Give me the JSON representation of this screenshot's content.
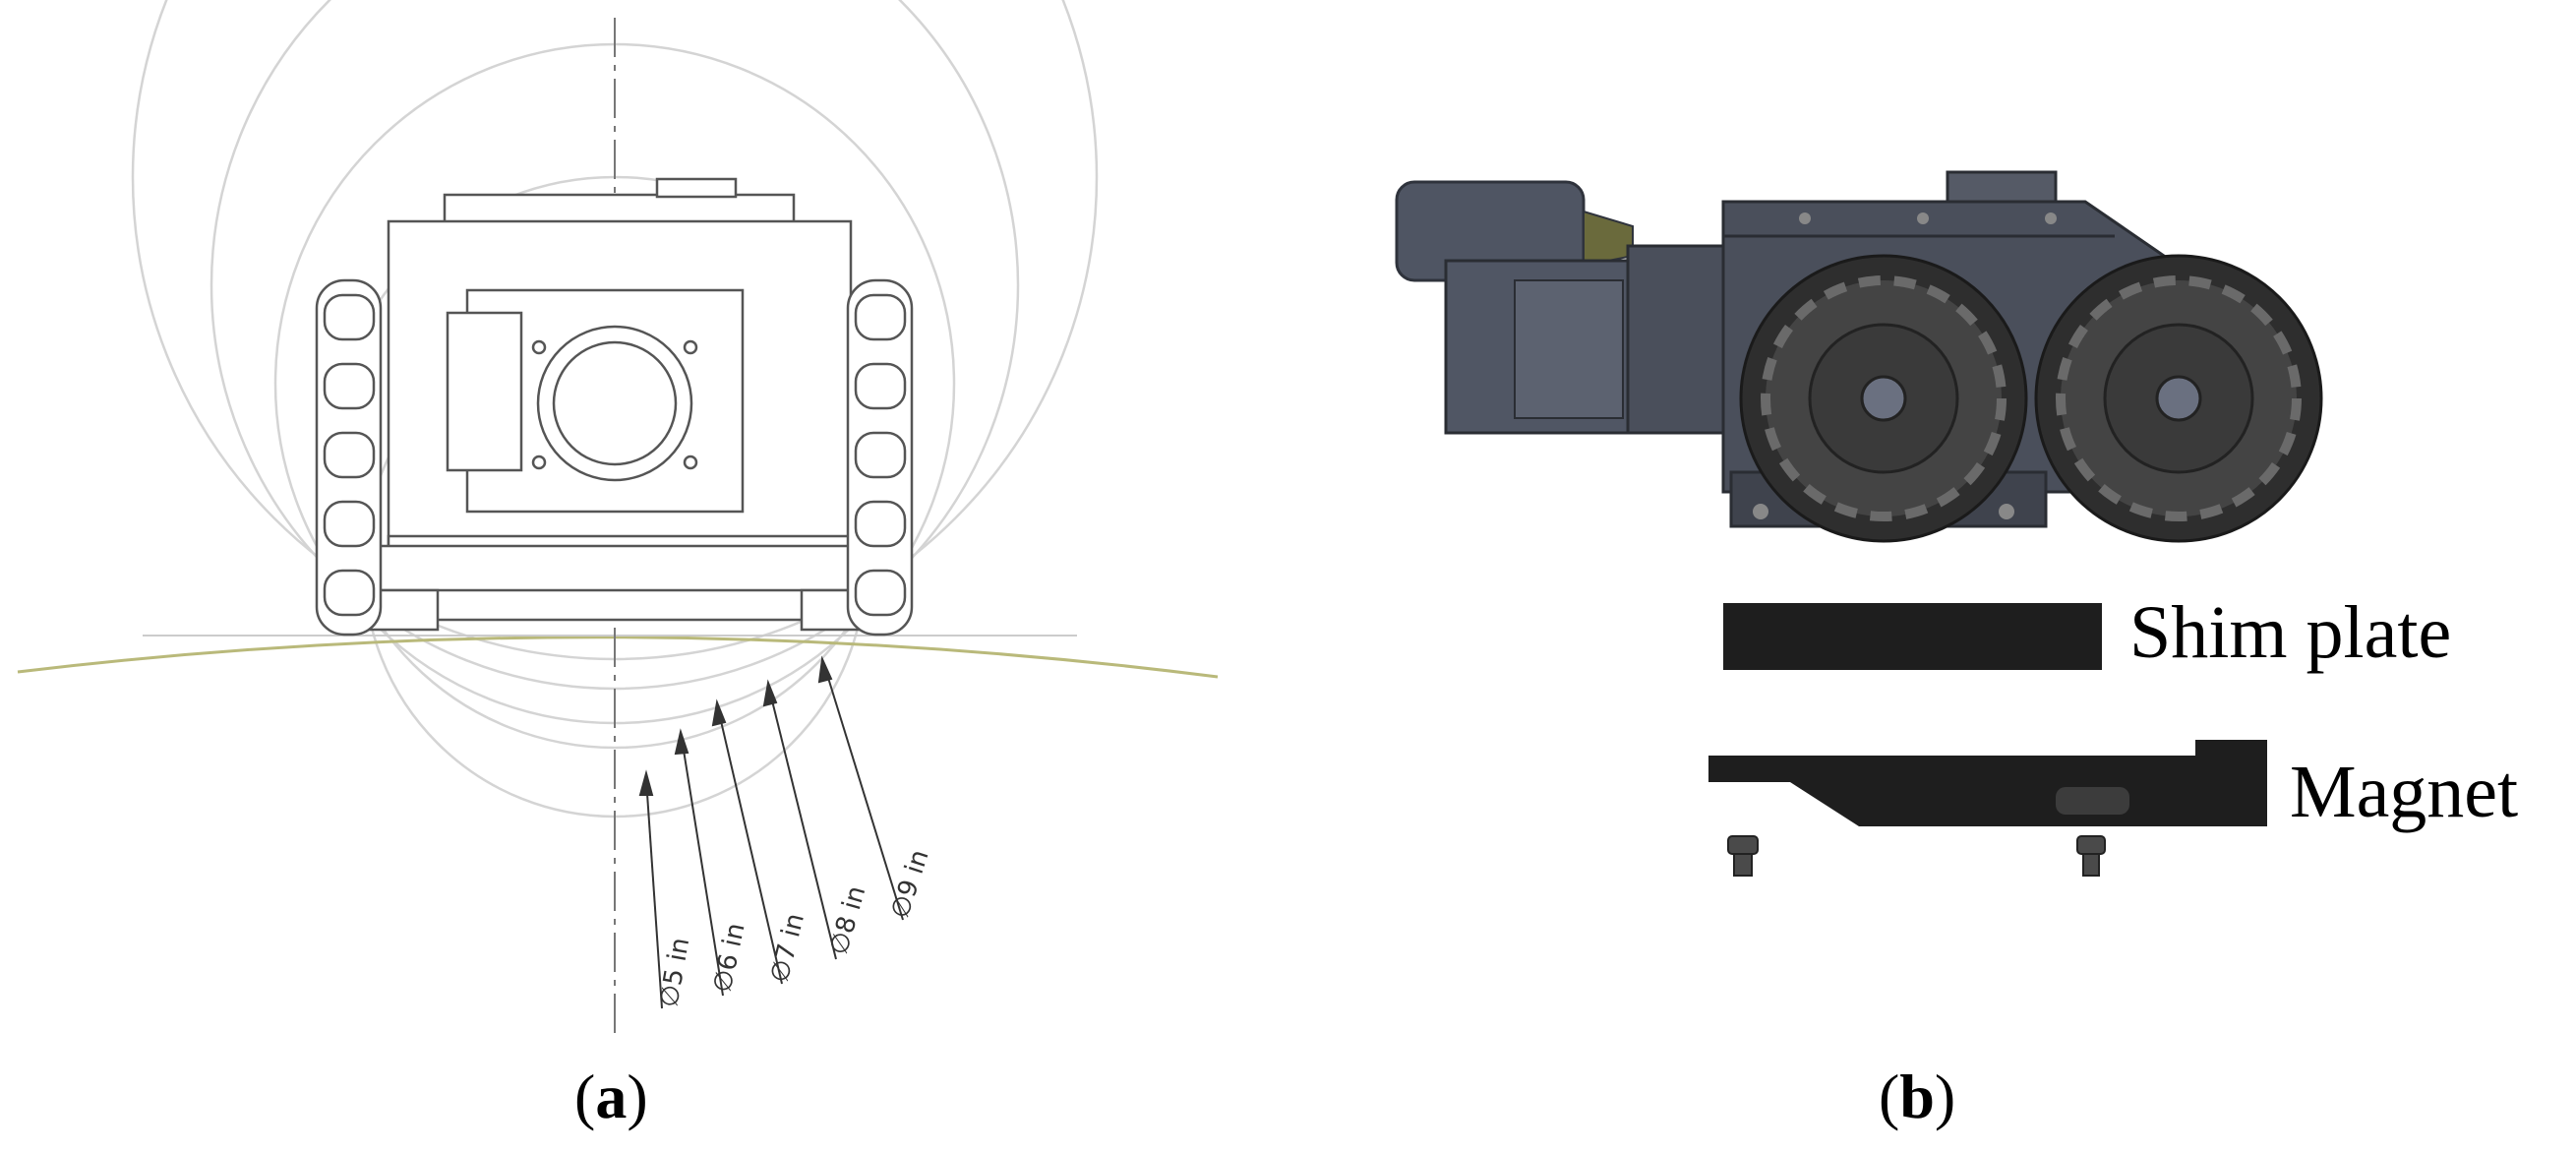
{
  "panel_a": {
    "label_open": "(",
    "label_letter": "a",
    "label_close": ")",
    "diameters": [
      "∅5 in",
      "∅6 in",
      "∅7 in",
      "∅8 in",
      "∅9 in"
    ]
  },
  "panel_b": {
    "label_open": "(",
    "label_letter": "b",
    "label_close": ")",
    "shim_label": "Shim plate",
    "magnet_label": "Magnet"
  },
  "colors": {
    "line": "#555555",
    "circle": "#cfcfcf",
    "pipe_curve": "#b8b86a",
    "body_dark": "#4a4d57",
    "wheel_dark": "#3a3a3a",
    "plate": "#1e1e1e"
  }
}
